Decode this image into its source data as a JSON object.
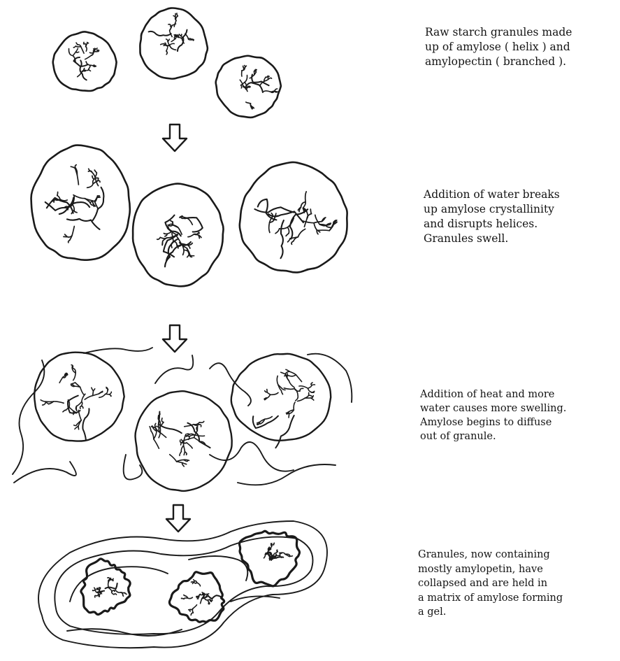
{
  "steps": [
    {
      "caption_lines": [
        "Raw starch granules made",
        "up of amylose ( helix ) and",
        "amylopectin ( branched )."
      ]
    },
    {
      "caption_lines": [
        "Addition of water breaks",
        "up amylose crystallinity",
        "and disrupts helices.",
        "Granules swell."
      ]
    },
    {
      "caption_lines": [
        "Addition of heat and more",
        "water causes more swelling.",
        "Amylose begins to diffuse",
        "out of granule."
      ]
    },
    {
      "caption_lines": [
        "Granules, now containing",
        "mostly amylopetin, have",
        "collapsed and are held in",
        "a matrix of amylose forming",
        "a gel."
      ]
    }
  ]
}
